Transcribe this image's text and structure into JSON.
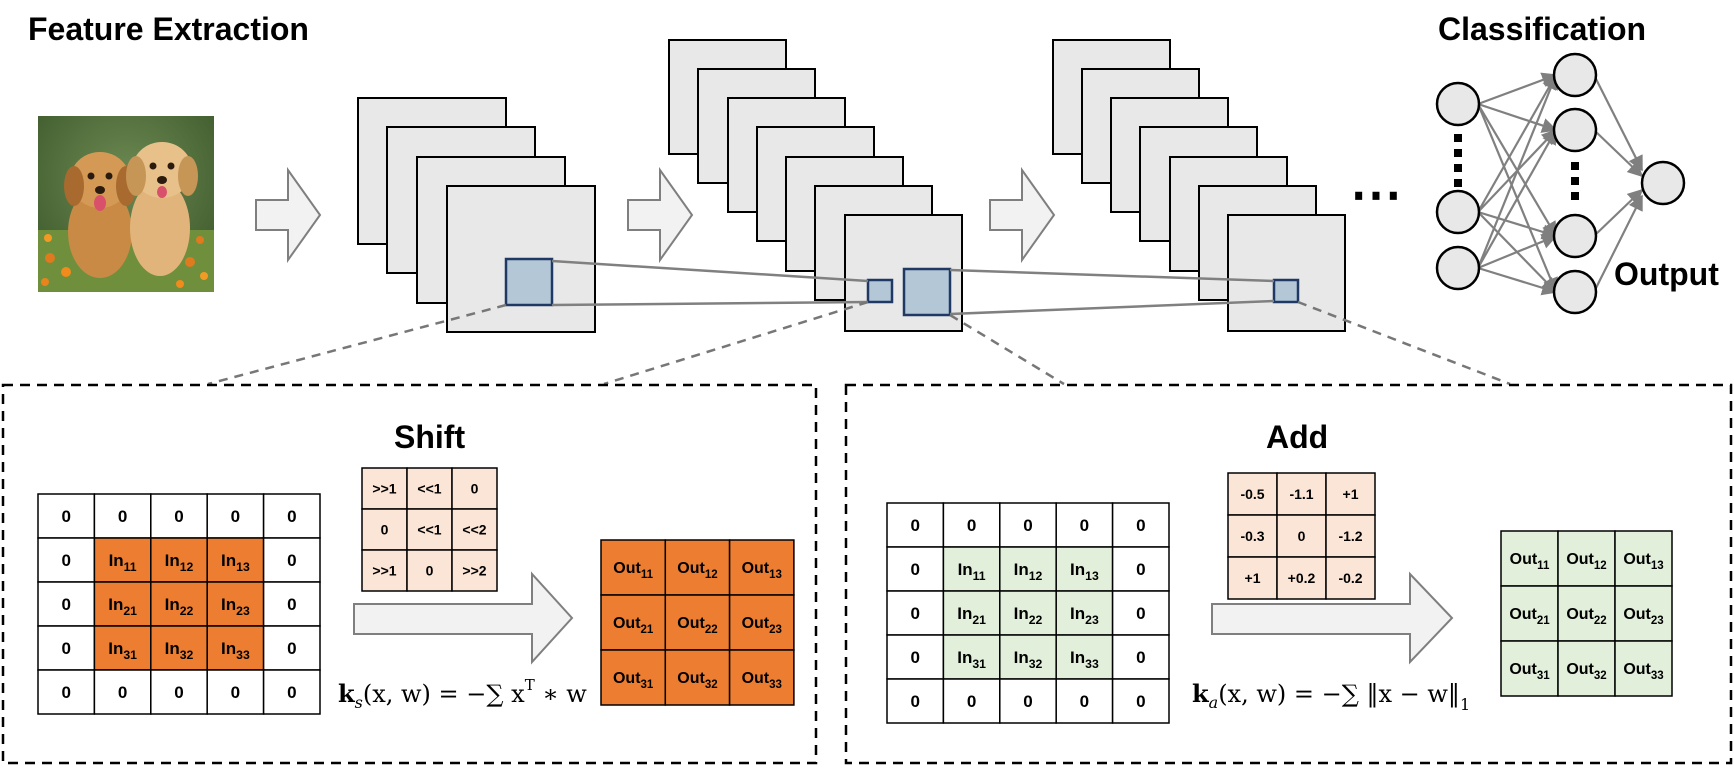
{
  "titles": {
    "feature_extraction": "Feature Extraction",
    "classification": "Classification",
    "output": "Output",
    "shift": "Shift",
    "add": "Add"
  },
  "ellipsis": "⋯",
  "shift_panel": {
    "input_grid": [
      [
        "0",
        "0",
        "0",
        "0",
        "0"
      ],
      [
        "0",
        "In11",
        "In12",
        "In13",
        "0"
      ],
      [
        "0",
        "In21",
        "In22",
        "In23",
        "0"
      ],
      [
        "0",
        "In31",
        "In32",
        "In33",
        "0"
      ],
      [
        "0",
        "0",
        "0",
        "0",
        "0"
      ]
    ],
    "kernel": [
      [
        ">>1",
        "<<1",
        "0"
      ],
      [
        "0",
        "<<1",
        "<<2"
      ],
      [
        ">>1",
        "0",
        ">>2"
      ]
    ],
    "output_grid": [
      [
        "Out11",
        "Out12",
        "Out13"
      ],
      [
        "Out21",
        "Out22",
        "Out23"
      ],
      [
        "Out31",
        "Out32",
        "Out33"
      ]
    ],
    "formula": {
      "k": "k",
      "sub": "s",
      "args": "(x, w) = −∑ x",
      "sup": "T",
      "tail": " ∗ w"
    }
  },
  "add_panel": {
    "input_grid": [
      [
        "0",
        "0",
        "0",
        "0",
        "0"
      ],
      [
        "0",
        "In11",
        "In12",
        "In13",
        "0"
      ],
      [
        "0",
        "In21",
        "In22",
        "In23",
        "0"
      ],
      [
        "0",
        "In31",
        "In32",
        "In33",
        "0"
      ],
      [
        "0",
        "0",
        "0",
        "0",
        "0"
      ]
    ],
    "kernel": [
      [
        "-0.5",
        "-1.1",
        "+1"
      ],
      [
        "-0.3",
        "0",
        "-1.2"
      ],
      [
        "+1",
        "+0.2",
        "-0.2"
      ]
    ],
    "output_grid": [
      [
        "Out11",
        "Out12",
        "Out13"
      ],
      [
        "Out21",
        "Out22",
        "Out23"
      ],
      [
        "Out31",
        "Out32",
        "Out33"
      ]
    ],
    "formula": {
      "k": "k",
      "sub": "a",
      "args": "(x, w) = −∑ ‖x − w‖",
      "sup": "",
      "tail": "1"
    }
  },
  "colors": {
    "orange": "#ed7d31",
    "light_orange": "#fbe5d6",
    "light_green": "#e2efda",
    "feature_map": "#e8e8e8",
    "receptive_field": "#b4c7d7",
    "receptive_border": "#1f3864"
  }
}
